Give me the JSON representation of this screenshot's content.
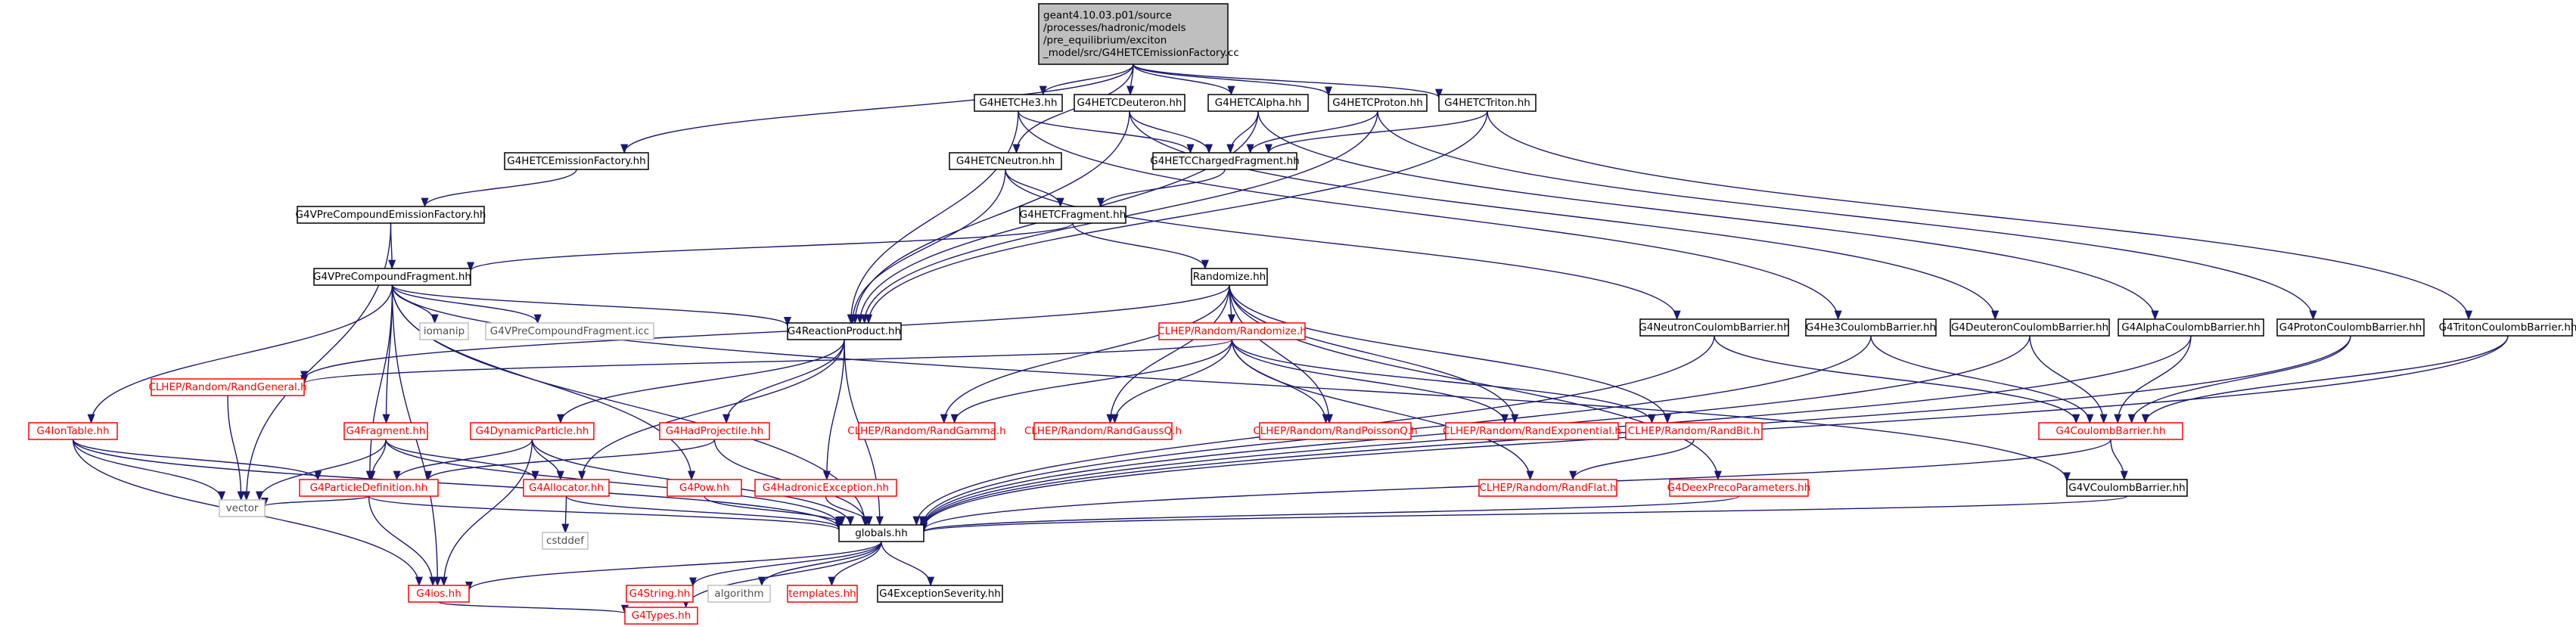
{
  "palette": {
    "edge": "#191970",
    "node_border_black": "#000000",
    "node_border_red": "#ff0000",
    "node_border_grey": "#bfbfbf",
    "root_fill": "#bfbfbf",
    "node_fill": "#ffffff",
    "text_black": "#000000",
    "text_red": "#ff0000",
    "text_grey": "#4d4d4d"
  },
  "nodes": [
    {
      "id": "root",
      "style": "root",
      "lines": [
        "geant4.10.03.p01/source",
        "/processes/hadronic/models",
        "/pre_equilibrium/exciton",
        "_model/src/G4HETCEmissionFactory.cc"
      ]
    },
    {
      "id": "he3",
      "style": "black",
      "lines": [
        "G4HETCHe3.hh"
      ]
    },
    {
      "id": "deuteron",
      "style": "black",
      "lines": [
        "G4HETCDeuteron.hh"
      ]
    },
    {
      "id": "alpha",
      "style": "black",
      "lines": [
        "G4HETCAlpha.hh"
      ]
    },
    {
      "id": "proton",
      "style": "black",
      "lines": [
        "G4HETCProton.hh"
      ]
    },
    {
      "id": "triton",
      "style": "black",
      "lines": [
        "G4HETCTriton.hh"
      ]
    },
    {
      "id": "emfac",
      "style": "black",
      "lines": [
        "G4HETCEmissionFactory.hh"
      ]
    },
    {
      "id": "neutron",
      "style": "black",
      "lines": [
        "G4HETCNeutron.hh"
      ]
    },
    {
      "id": "charged",
      "style": "black",
      "lines": [
        "G4HETCChargedFragment.hh"
      ]
    },
    {
      "id": "vpcef",
      "style": "black",
      "lines": [
        "G4VPreCompoundEmissionFactory.hh"
      ]
    },
    {
      "id": "fragment",
      "style": "black",
      "lines": [
        "G4HETCFragment.hh"
      ]
    },
    {
      "id": "vpcf",
      "style": "black",
      "lines": [
        "G4VPreCompoundFragment.hh"
      ]
    },
    {
      "id": "randomize",
      "style": "black",
      "lines": [
        "Randomize.hh"
      ]
    },
    {
      "id": "iomanip",
      "style": "grey",
      "lines": [
        "iomanip"
      ]
    },
    {
      "id": "vpcficc",
      "style": "grey",
      "lines": [
        "G4VPreCompoundFragment.icc"
      ]
    },
    {
      "id": "reaction",
      "style": "black",
      "lines": [
        "G4ReactionProduct.hh"
      ]
    },
    {
      "id": "clhepRandomize",
      "style": "red",
      "lines": [
        "CLHEP/Random/Randomize.h"
      ]
    },
    {
      "id": "neutronCB",
      "style": "black",
      "lines": [
        "G4NeutronCoulombBarrier.hh"
      ]
    },
    {
      "id": "he3CB",
      "style": "black",
      "lines": [
        "G4He3CoulombBarrier.hh"
      ]
    },
    {
      "id": "deuteronCB",
      "style": "black",
      "lines": [
        "G4DeuteronCoulombBarrier.hh"
      ]
    },
    {
      "id": "alphaCB",
      "style": "black",
      "lines": [
        "G4AlphaCoulombBarrier.hh"
      ]
    },
    {
      "id": "protonCB",
      "style": "black",
      "lines": [
        "G4ProtonCoulombBarrier.hh"
      ]
    },
    {
      "id": "tritonCB",
      "style": "black",
      "lines": [
        "G4TritonCoulombBarrier.hh"
      ]
    },
    {
      "id": "iontable",
      "style": "red",
      "lines": [
        "G4IonTable.hh"
      ]
    },
    {
      "id": "randgeneral",
      "style": "red",
      "lines": [
        "CLHEP/Random/RandGeneral.h"
      ]
    },
    {
      "id": "g4fragment",
      "style": "red",
      "lines": [
        "G4Fragment.hh"
      ]
    },
    {
      "id": "dynpart",
      "style": "red",
      "lines": [
        "G4DynamicParticle.hh"
      ]
    },
    {
      "id": "hadproj",
      "style": "red",
      "lines": [
        "G4HadProjectile.hh"
      ]
    },
    {
      "id": "randgamma",
      "style": "red",
      "lines": [
        "CLHEP/Random/RandGamma.h"
      ]
    },
    {
      "id": "randgaussq",
      "style": "red",
      "lines": [
        "CLHEP/Random/RandGaussQ.h"
      ]
    },
    {
      "id": "randpoissonq",
      "style": "red",
      "lines": [
        "CLHEP/Random/RandPoissonQ.h"
      ]
    },
    {
      "id": "randexp",
      "style": "red",
      "lines": [
        "CLHEP/Random/RandExponential.h"
      ]
    },
    {
      "id": "randbit",
      "style": "red",
      "lines": [
        "CLHEP/Random/RandBit.h"
      ]
    },
    {
      "id": "coulomb",
      "style": "red",
      "lines": [
        "G4CoulombBarrier.hh"
      ]
    },
    {
      "id": "partdef",
      "style": "red",
      "lines": [
        "G4ParticleDefinition.hh"
      ]
    },
    {
      "id": "allocator",
      "style": "red",
      "lines": [
        "G4Allocator.hh"
      ]
    },
    {
      "id": "hadexc",
      "style": "red",
      "lines": [
        "G4HadronicException.hh"
      ]
    },
    {
      "id": "pow",
      "style": "red",
      "lines": [
        "G4Pow.hh"
      ]
    },
    {
      "id": "randflat",
      "style": "red",
      "lines": [
        "CLHEP/Random/RandFlat.h"
      ]
    },
    {
      "id": "deex",
      "style": "red",
      "lines": [
        "G4DeexPrecoParameters.hh"
      ]
    },
    {
      "id": "vcoulomb",
      "style": "black",
      "lines": [
        "G4VCoulombBarrier.hh"
      ]
    },
    {
      "id": "vector",
      "style": "grey",
      "lines": [
        "vector"
      ]
    },
    {
      "id": "cstddef",
      "style": "grey",
      "lines": [
        "cstddef"
      ]
    },
    {
      "id": "globals",
      "style": "black",
      "lines": [
        "globals.hh"
      ]
    },
    {
      "id": "g4ios",
      "style": "red",
      "lines": [
        "G4ios.hh"
      ]
    },
    {
      "id": "g4string",
      "style": "red",
      "lines": [
        "G4String.hh"
      ]
    },
    {
      "id": "algorithm",
      "style": "grey",
      "lines": [
        "algorithm"
      ]
    },
    {
      "id": "templates",
      "style": "red",
      "lines": [
        "templates.hh"
      ]
    },
    {
      "id": "exseverity",
      "style": "black",
      "lines": [
        "G4ExceptionSeverity.hh"
      ]
    },
    {
      "id": "g4types",
      "style": "red",
      "lines": [
        "G4Types.hh"
      ]
    }
  ],
  "edges": [
    [
      "root",
      "he3"
    ],
    [
      "root",
      "deuteron"
    ],
    [
      "root",
      "alpha"
    ],
    [
      "root",
      "proton"
    ],
    [
      "root",
      "triton"
    ],
    [
      "root",
      "emfac"
    ],
    [
      "root",
      "neutron"
    ],
    [
      "he3",
      "charged"
    ],
    [
      "he3",
      "reaction"
    ],
    [
      "he3",
      "he3CB"
    ],
    [
      "deuteron",
      "charged"
    ],
    [
      "deuteron",
      "reaction"
    ],
    [
      "deuteron",
      "deuteronCB"
    ],
    [
      "alpha",
      "charged"
    ],
    [
      "alpha",
      "reaction"
    ],
    [
      "alpha",
      "alphaCB"
    ],
    [
      "proton",
      "charged"
    ],
    [
      "proton",
      "reaction"
    ],
    [
      "proton",
      "protonCB"
    ],
    [
      "triton",
      "charged"
    ],
    [
      "triton",
      "reaction"
    ],
    [
      "triton",
      "tritonCB"
    ],
    [
      "neutron",
      "fragment"
    ],
    [
      "neutron",
      "reaction"
    ],
    [
      "neutron",
      "neutronCB"
    ],
    [
      "emfac",
      "vpcef"
    ],
    [
      "charged",
      "fragment"
    ],
    [
      "vpcef",
      "vpcf"
    ],
    [
      "vpcef",
      "vector"
    ],
    [
      "fragment",
      "vpcf"
    ],
    [
      "fragment",
      "randomize"
    ],
    [
      "vpcf",
      "iomanip"
    ],
    [
      "vpcf",
      "vpcficc"
    ],
    [
      "vpcf",
      "reaction"
    ],
    [
      "vpcf",
      "iontable"
    ],
    [
      "vpcf",
      "g4fragment"
    ],
    [
      "vpcf",
      "pow"
    ],
    [
      "vpcf",
      "vcoulomb"
    ],
    [
      "vpcf",
      "partdef"
    ],
    [
      "vpcf",
      "g4ios"
    ],
    [
      "vpcf",
      "globals"
    ],
    [
      "randomize",
      "clhepRandomize"
    ],
    [
      "randomize",
      "randgeneral"
    ],
    [
      "randomize",
      "randgamma"
    ],
    [
      "randomize",
      "randgaussq"
    ],
    [
      "randomize",
      "randpoissonq"
    ],
    [
      "randomize",
      "randexp"
    ],
    [
      "randomize",
      "randbit"
    ],
    [
      "randomize",
      "deex"
    ],
    [
      "clhepRandomize",
      "randgeneral"
    ],
    [
      "clhepRandomize",
      "randgamma"
    ],
    [
      "clhepRandomize",
      "randgaussq"
    ],
    [
      "clhepRandomize",
      "randpoissonq"
    ],
    [
      "clhepRandomize",
      "randexp"
    ],
    [
      "clhepRandomize",
      "randbit"
    ],
    [
      "clhepRandomize",
      "randflat"
    ],
    [
      "reaction",
      "dynpart"
    ],
    [
      "reaction",
      "hadproj"
    ],
    [
      "reaction",
      "hadexc"
    ],
    [
      "reaction",
      "allocator"
    ],
    [
      "reaction",
      "globals"
    ],
    [
      "neutronCB",
      "coulomb"
    ],
    [
      "neutronCB",
      "globals"
    ],
    [
      "he3CB",
      "coulomb"
    ],
    [
      "he3CB",
      "globals"
    ],
    [
      "deuteronCB",
      "coulomb"
    ],
    [
      "deuteronCB",
      "globals"
    ],
    [
      "alphaCB",
      "coulomb"
    ],
    [
      "alphaCB",
      "globals"
    ],
    [
      "protonCB",
      "coulomb"
    ],
    [
      "protonCB",
      "globals"
    ],
    [
      "tritonCB",
      "coulomb"
    ],
    [
      "tritonCB",
      "globals"
    ],
    [
      "coulomb",
      "vcoulomb"
    ],
    [
      "coulomb",
      "globals"
    ],
    [
      "vcoulomb",
      "globals"
    ],
    [
      "iontable",
      "partdef"
    ],
    [
      "iontable",
      "vector"
    ],
    [
      "iontable",
      "g4ios"
    ],
    [
      "iontable",
      "globals"
    ],
    [
      "randgeneral",
      "vector"
    ],
    [
      "g4fragment",
      "partdef"
    ],
    [
      "g4fragment",
      "allocator"
    ],
    [
      "g4fragment",
      "vector"
    ],
    [
      "g4fragment",
      "globals"
    ],
    [
      "dynpart",
      "partdef"
    ],
    [
      "dynpart",
      "allocator"
    ],
    [
      "dynpart",
      "g4ios"
    ],
    [
      "dynpart",
      "globals"
    ],
    [
      "hadproj",
      "partdef"
    ],
    [
      "hadproj",
      "globals"
    ],
    [
      "partdef",
      "vector"
    ],
    [
      "partdef",
      "g4ios"
    ],
    [
      "partdef",
      "globals"
    ],
    [
      "allocator",
      "cstddef"
    ],
    [
      "allocator",
      "globals"
    ],
    [
      "hadexc",
      "globals"
    ],
    [
      "pow",
      "globals"
    ],
    [
      "deex",
      "globals"
    ],
    [
      "randbit",
      "randflat"
    ],
    [
      "globals",
      "g4ios"
    ],
    [
      "globals",
      "g4string"
    ],
    [
      "globals",
      "algorithm"
    ],
    [
      "globals",
      "templates"
    ],
    [
      "globals",
      "exseverity"
    ],
    [
      "globals",
      "g4types"
    ],
    [
      "g4ios",
      "g4types"
    ]
  ]
}
